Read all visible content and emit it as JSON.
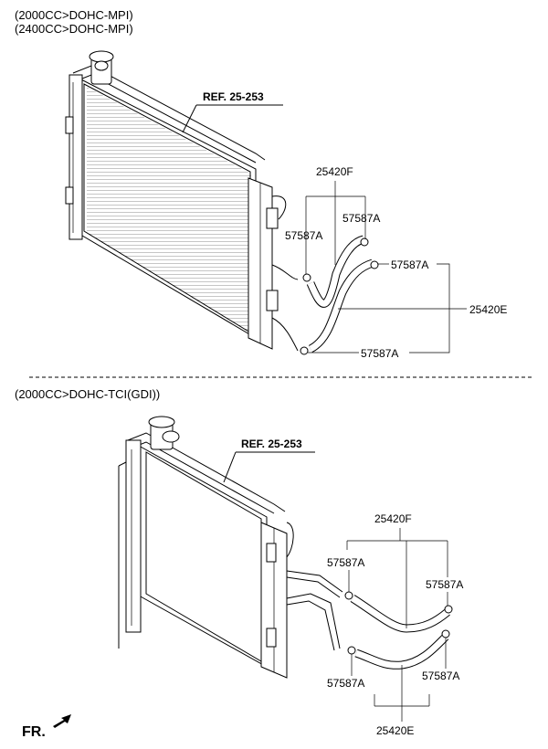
{
  "sections": [
    {
      "headers": [
        "(2000CC>DOHC-MPI)",
        "(2400CC>DOHC-MPI)"
      ],
      "ref_label": "REF. 25-253",
      "callouts": {
        "hose_upper": "25420F",
        "hose_lower": "25420E",
        "clamp_a": "57587A",
        "clamp_b": "57587A",
        "clamp_c": "57587A",
        "clamp_d": "57587A"
      }
    },
    {
      "headers": [
        "(2000CC>DOHC-TCI(GDI))"
      ],
      "ref_label": "REF. 25-253",
      "callouts": {
        "hose_upper": "25420F",
        "hose_lower": "25420E",
        "clamp_a": "57587A",
        "clamp_b": "57587A",
        "clamp_c": "57587A",
        "clamp_d": "57587A"
      }
    }
  ],
  "front_label": "FR."
}
